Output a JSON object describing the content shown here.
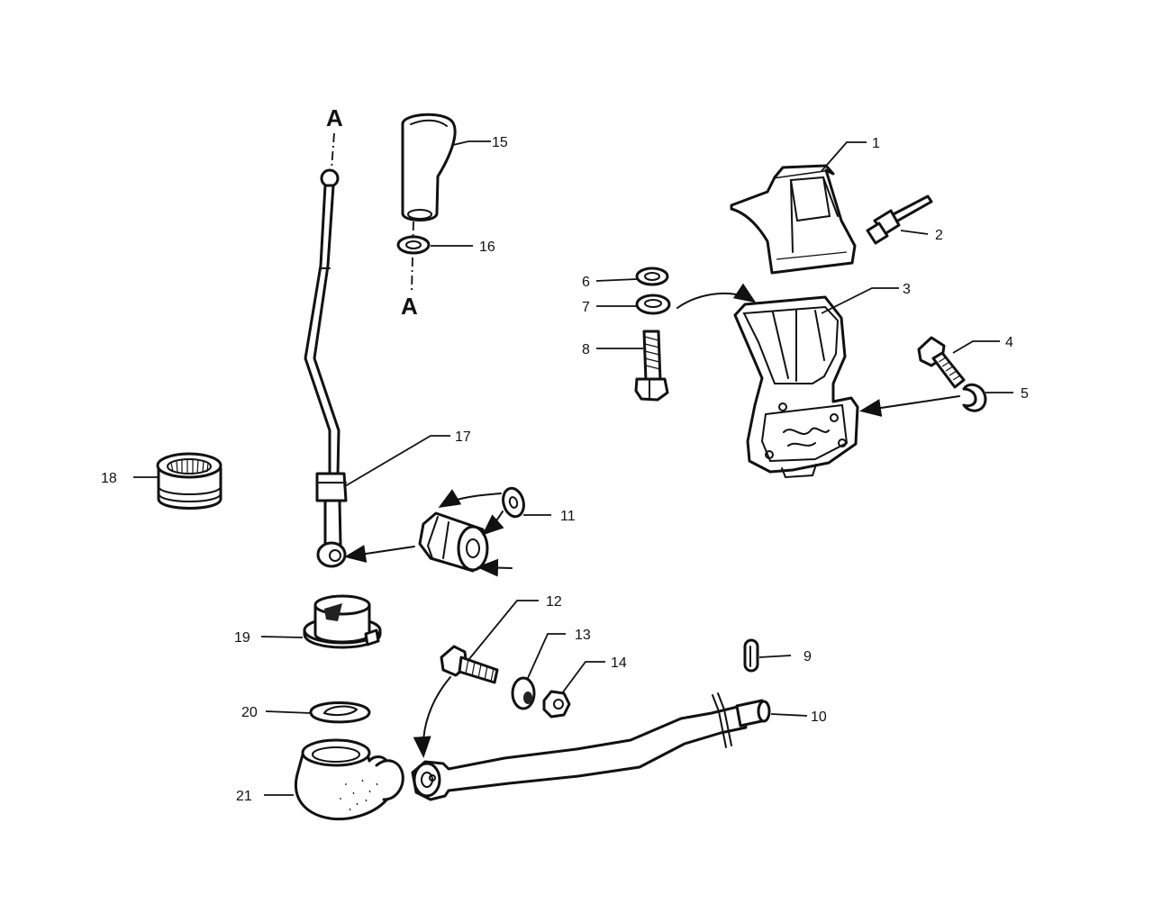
{
  "diagram": {
    "callouts": [
      "1",
      "2",
      "3",
      "4",
      "5",
      "6",
      "7",
      "8",
      "9",
      "10",
      "11",
      "12",
      "13",
      "14",
      "15",
      "16",
      "17",
      "18",
      "19",
      "20",
      "21"
    ],
    "axis_markers": {
      "top": "A",
      "bottom": "A"
    }
  }
}
